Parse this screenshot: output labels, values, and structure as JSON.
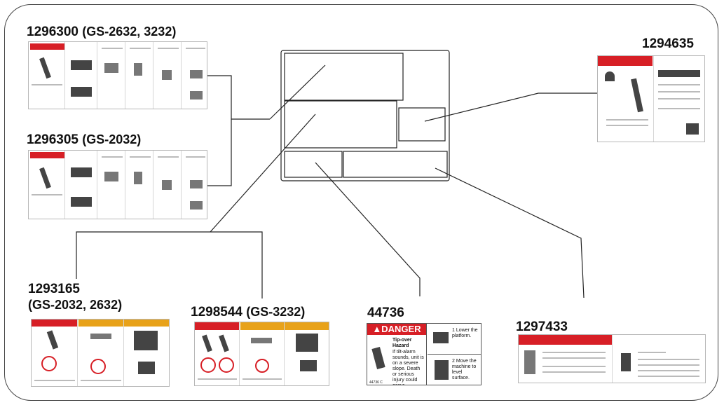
{
  "labels": {
    "l1296300": {
      "id": "1296300",
      "models": "(GS-2632, 3232)"
    },
    "l1296305": {
      "id": "1296305",
      "models": "(GS-2032)"
    },
    "l1294635": {
      "id": "1294635"
    },
    "l1293165": {
      "id": "1293165",
      "models": "(GS-2032, 2632)"
    },
    "l1298544": {
      "id": "1298544",
      "models": "(GS-3232)"
    },
    "l44736": {
      "id": "44736"
    },
    "l1297433": {
      "id": "1297433"
    }
  },
  "decal_44736": {
    "header": "▲DANGER",
    "hazard_title": "Tip-over Hazard",
    "hazard_text": "If tilt-alarm sounds, unit is on a severe slope. Death or serious injury could occur.",
    "step1": "1 Lower the platform.",
    "step2": "2 Move the machine to level surface.",
    "code": "44736 C"
  },
  "colors": {
    "danger_red": "#d71f26",
    "warning_orange": "#e8a21a",
    "line": "#222222"
  }
}
